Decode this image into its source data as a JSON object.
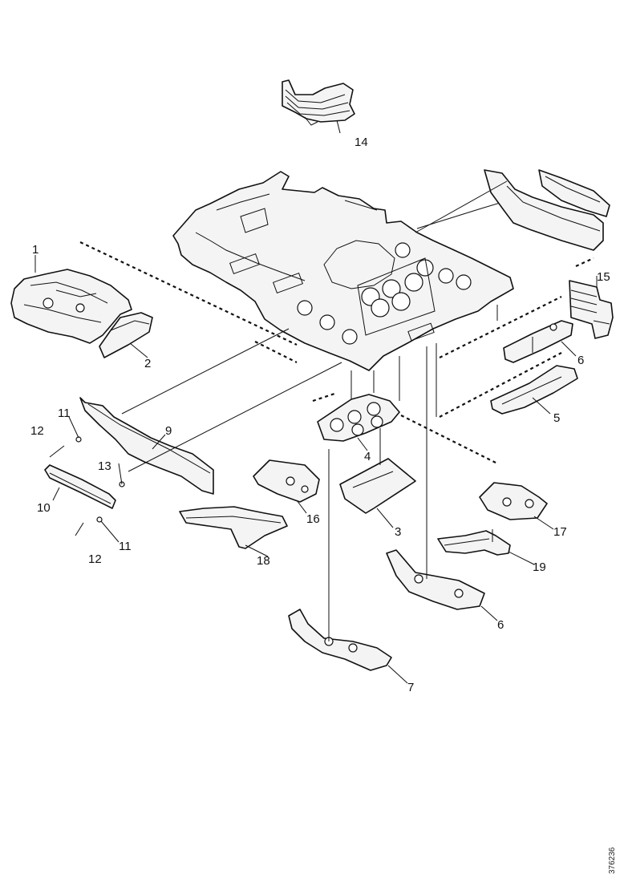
{
  "callouts": {
    "c1": "1",
    "c2": "2",
    "c3": "3",
    "c4": "4",
    "c5": "5",
    "c6a": "6",
    "c6b": "6",
    "c7": "7",
    "c9": "9",
    "c10": "10",
    "c11a": "11",
    "c11b": "11",
    "c12a": "12",
    "c12b": "12",
    "c13": "13",
    "c14": "14",
    "c15": "15",
    "c16": "16",
    "c17": "17",
    "c18": "18",
    "c19": "19"
  },
  "reference_number": "376236"
}
